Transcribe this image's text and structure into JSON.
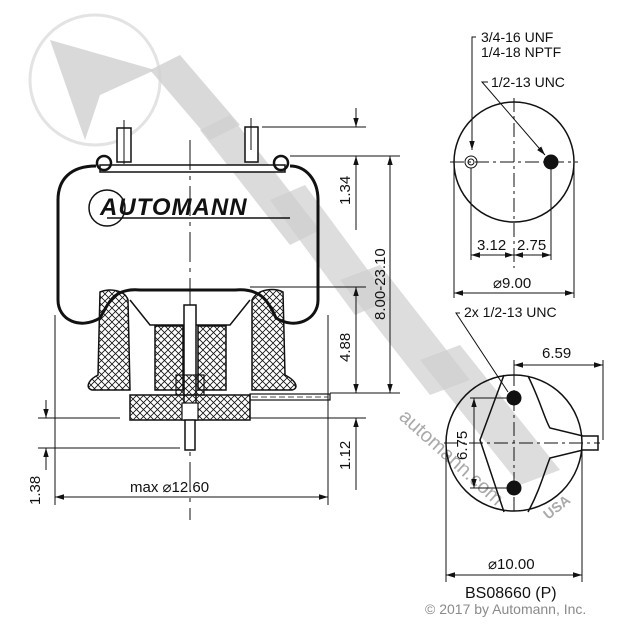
{
  "brand": {
    "name": "AUTOMANN",
    "badge": "USA",
    "watermark_word": "AUTOMANN",
    "watermark_url": "automann.com"
  },
  "side_view": {
    "dimensions": {
      "stud_height": "1.34",
      "height_range": "8.00-23.10",
      "piston_height": "4.88",
      "bottom_offset": "1.12",
      "bottom_stud": "1.38",
      "max_diameter": "max ⌀12.60"
    }
  },
  "top_view": {
    "callout_air": "3/4-16 UNF",
    "callout_air2": "1/4-18 NPTF",
    "callout_stud": "1/2-13 UNC",
    "dim_left": "3.12",
    "dim_right": "2.75",
    "diameter": "⌀9.00"
  },
  "bottom_view": {
    "callout": "2x 1/2-13 UNC",
    "dim_offset": "6.59",
    "dim_spacing": "6.75",
    "diameter": "⌀10.00"
  },
  "part_number": "BS08660 (P)",
  "copyright": "© 2017 by Automann, Inc.",
  "colors": {
    "line": "#111111",
    "watermark": "#cfcfcf",
    "copyright_text": "#8a8a8a"
  }
}
